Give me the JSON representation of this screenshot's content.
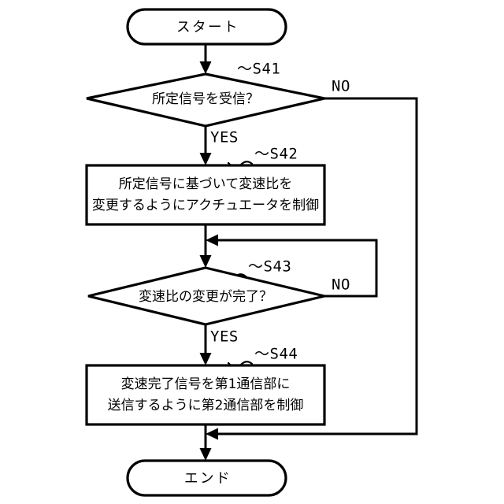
{
  "diagram": {
    "type": "flowchart",
    "orientation": "top-to-bottom",
    "background_color": "#ffffff",
    "line_color": "#000000",
    "language": "ja"
  },
  "nodes": {
    "start": {
      "shape": "stadium",
      "label": "スタート"
    },
    "s41": {
      "shape": "diamond",
      "tag": "～S41",
      "label": "所定信号を受信？",
      "yes_label": "YES",
      "no_label": "NO"
    },
    "s42": {
      "shape": "rectangle",
      "tag": "～S42",
      "line1": "所定信号に基づいて変速比を",
      "line2": "変更するようにアクチュエータを制御"
    },
    "s43": {
      "shape": "diamond",
      "tag": "～S43",
      "label": "変速比の変更が完了？",
      "yes_label": "YES",
      "no_label": "NO"
    },
    "s44": {
      "shape": "rectangle",
      "tag": "～S44",
      "line1": "変速完了信号を第1通信部に",
      "line2": "送信するように第2通信部を制御"
    },
    "end": {
      "shape": "stadium",
      "label": "エンド"
    }
  },
  "edges": [
    {
      "from": "start",
      "to": "s41",
      "label": ""
    },
    {
      "from": "s41",
      "to": "s42",
      "label": "YES"
    },
    {
      "from": "s41",
      "to": "end",
      "label": "NO"
    },
    {
      "from": "s42",
      "to": "s43",
      "label": ""
    },
    {
      "from": "s43",
      "to": "s44",
      "label": "YES"
    },
    {
      "from": "s43",
      "to": "s43-entry",
      "label": "NO"
    },
    {
      "from": "s44",
      "to": "end",
      "label": ""
    }
  ]
}
